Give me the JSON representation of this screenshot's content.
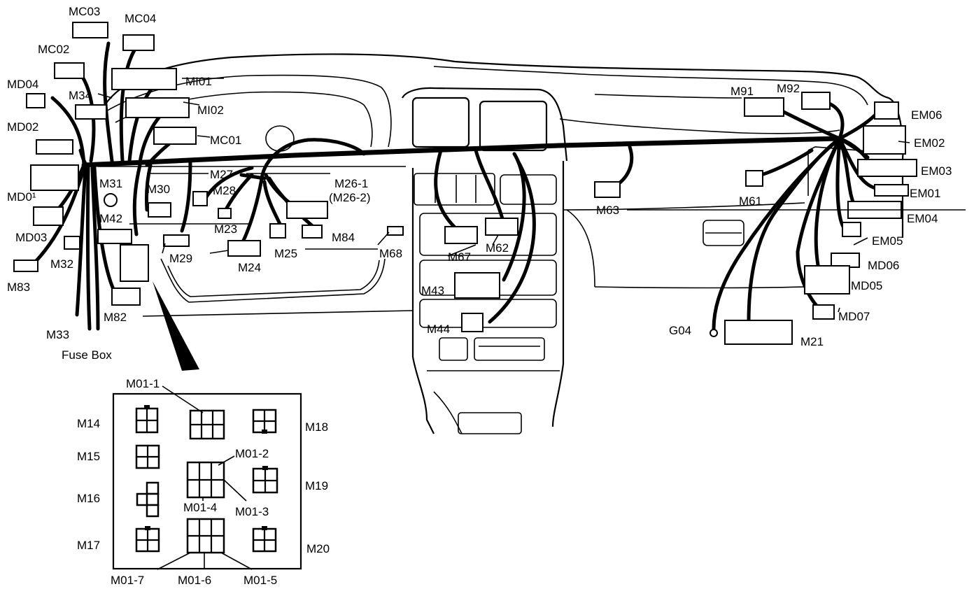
{
  "labels": {
    "MC03": "MC03",
    "MC04": "MC04",
    "MC02": "MC02",
    "MD04": "MD04",
    "M34": "M34",
    "MI01": "MI01",
    "MI02": "MI02",
    "MD02": "MD02",
    "MC01": "MC01",
    "M27": "M27",
    "M31": "M31",
    "M30": "M30",
    "M28": "M28",
    "MD01": "MD0¹",
    "M26_1": "M26-1",
    "M26_2": "(M26-2)",
    "M42": "M42",
    "M23": "M23",
    "M84": "M84",
    "MD03": "MD03",
    "M32": "M32",
    "M29": "M29",
    "M25": "M25",
    "M68": "M68",
    "M24": "M24",
    "M83": "M83",
    "M82": "M82",
    "M33": "M33",
    "fuse_box": "Fuse Box",
    "M67": "M67",
    "M62": "M62",
    "M43": "M43",
    "M44": "M44",
    "M63": "M63",
    "M61": "M61",
    "M91": "M91",
    "M92": "M92",
    "EM06": "EM06",
    "EM02": "EM02",
    "EM03": "EM03",
    "EM01": "EM01",
    "EM04": "EM04",
    "EM05": "EM05",
    "MD06": "MD06",
    "MD05": "MD05",
    "MD07": "MD07",
    "G04": "G04",
    "M21": "M21"
  },
  "inset": {
    "M01_1": "M01-1",
    "M14": "M14",
    "M18": "M18",
    "M15": "M15",
    "M01_2": "M01-2",
    "M16": "M16",
    "M19": "M19",
    "M01_4": "M01-4",
    "M01_3": "M01-3",
    "M17": "M17",
    "M20": "M20",
    "M01_7": "M01-7",
    "M01_6": "M01-6",
    "M01_5": "M01-5"
  }
}
